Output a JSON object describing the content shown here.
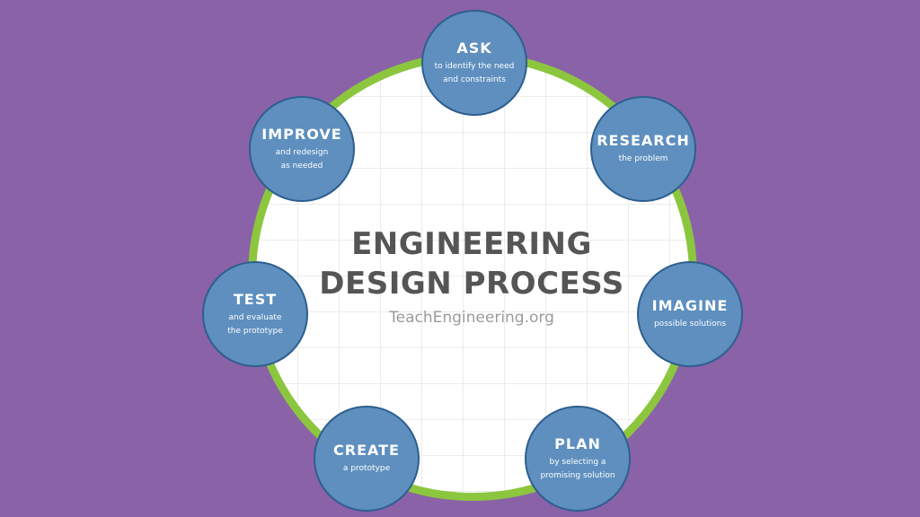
{
  "diagram": {
    "title_line1": "ENGINEERING",
    "title_line2": "DESIGN PROCESS",
    "site": "TeachEngineering.org",
    "ring_color": "#8cc63f",
    "node_color": "#5e8fbf",
    "background_color": "#8a62a8",
    "steps": [
      {
        "label": "ASK",
        "line1": "to identify the need",
        "line2": "and constraints"
      },
      {
        "label": "RESEARCH",
        "line1": "the problem",
        "line2": ""
      },
      {
        "label": "IMAGINE",
        "line1": "possible solutions",
        "line2": ""
      },
      {
        "label": "PLAN",
        "line1": "by selecting a",
        "line2": "promising solution"
      },
      {
        "label": "CREATE",
        "line1": "a prototype",
        "line2": ""
      },
      {
        "label": "TEST",
        "line1": "and evaluate",
        "line2": "the prototype"
      },
      {
        "label": "IMPROVE",
        "line1": "and redesign",
        "line2": "as needed"
      }
    ]
  }
}
